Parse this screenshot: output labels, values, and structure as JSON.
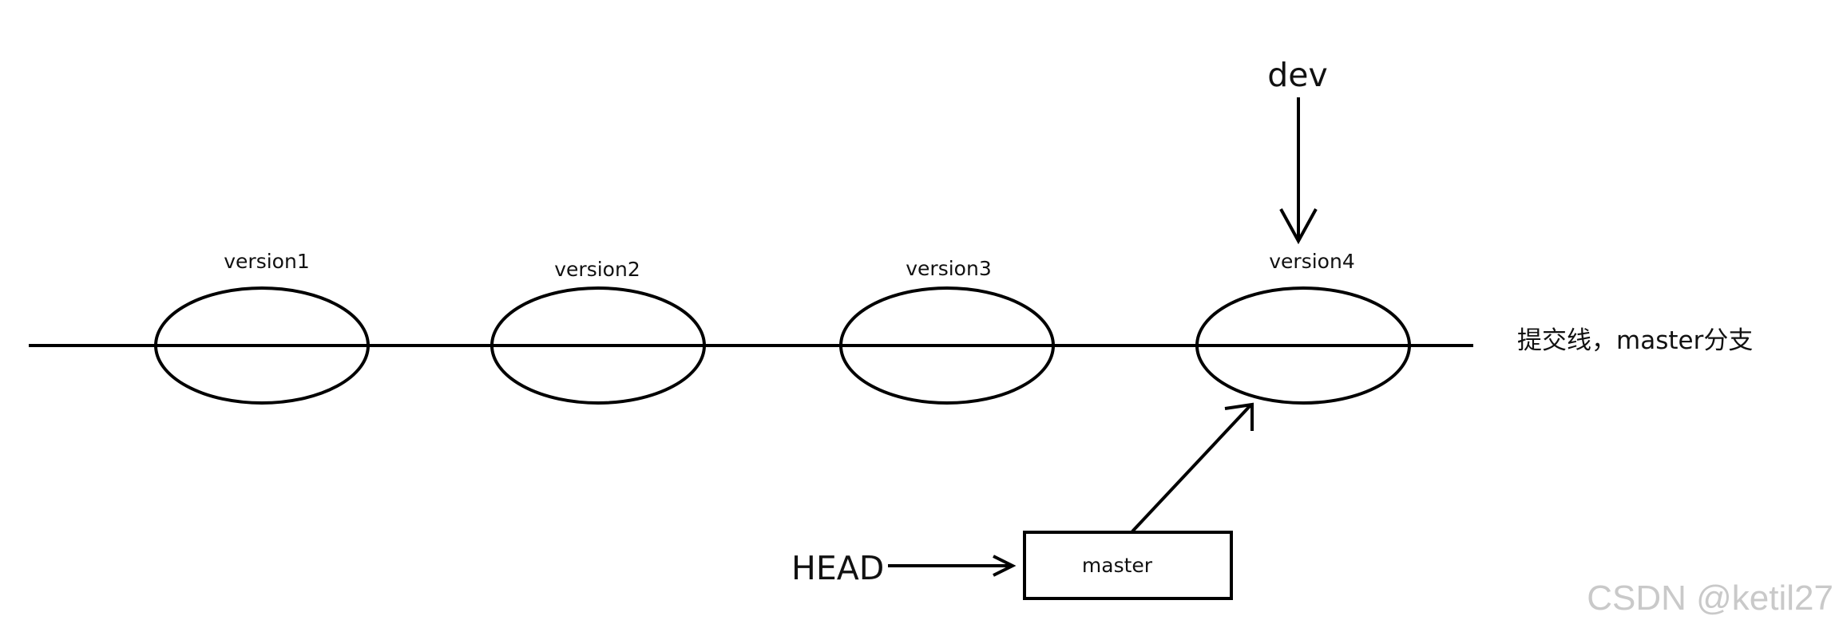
{
  "diagram": {
    "commits": [
      {
        "label": "version1"
      },
      {
        "label": "version2"
      },
      {
        "label": "version3"
      },
      {
        "label": "version4"
      }
    ],
    "commit_line_label": "提交线，master分支",
    "branch_pointer": {
      "label": "dev"
    },
    "head_pointer": {
      "label": "HEAD"
    },
    "master_box": {
      "label": "master"
    }
  },
  "watermark": {
    "text": "CSDN @ketil27"
  }
}
